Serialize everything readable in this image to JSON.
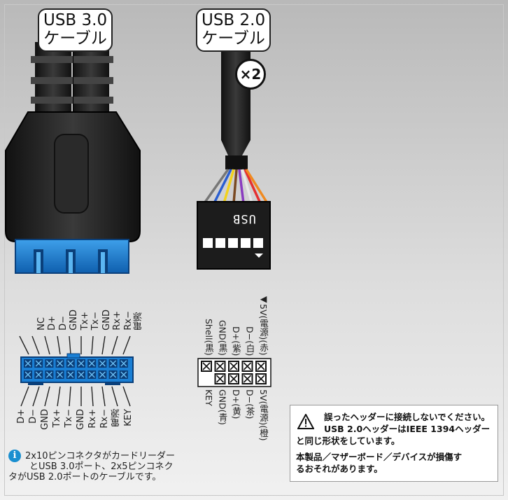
{
  "usb3_label": {
    "line1": "USB 3.0",
    "line2": "ケーブル"
  },
  "usb2_label": {
    "line1": "USB 2.0",
    "line2": "ケーブル",
    "multiplier": "×2"
  },
  "usb2_header_text": "USB",
  "usb3_header_pins_top": [
    "電源",
    "Rx−",
    "Rx+",
    "GND",
    "Tx−",
    "Tx+",
    "GND",
    "D−",
    "D+",
    "NC"
  ],
  "usb3_header_pins_bottom": [
    "D+",
    "D−",
    "GND",
    "Tx+",
    "Tx−",
    "GND",
    "Rx+",
    "Rx−",
    "電源",
    "KEY"
  ],
  "usb2_header_pins_top": [
    "◀5V(電源)(赤)",
    "D−(白)",
    "D+(紫)",
    "GND(黒)",
    "Shell(黒)"
  ],
  "usb2_header_pins_bottom": [
    "5V(電源)(橙)",
    "D−(茶)",
    "D+(黄)",
    "GND(青)",
    "KEY"
  ],
  "warning": {
    "icon": "warning-triangle-icon",
    "line1": "誤ったヘッダーに接続しないでください。",
    "line2": "USB 2.0ヘッダーはIEEE 1394ヘッダー",
    "line3": "と同じ形状をしています。",
    "line4": "本製品／マザーボード／デバイスが損傷す",
    "line5": "るおそれがあります。"
  },
  "note": {
    "icon": "info-icon",
    "line1": "2x10ピンコネクタがカードリーダー",
    "line2": "とUSB 3.0ポート、2x5ピンコネク",
    "line3": "タがUSB 2.0ポートのケーブルです。"
  },
  "colors": {
    "usb3_blue": "#1a7fd4",
    "connector_black": "#1c1c1c",
    "wire_red": "#e53030",
    "wire_orange": "#f08a20",
    "wire_purple": "#8a3cc0",
    "wire_yellow": "#f2d21c",
    "wire_blue": "#2b5fd0",
    "wire_brown": "#7a4a22"
  }
}
